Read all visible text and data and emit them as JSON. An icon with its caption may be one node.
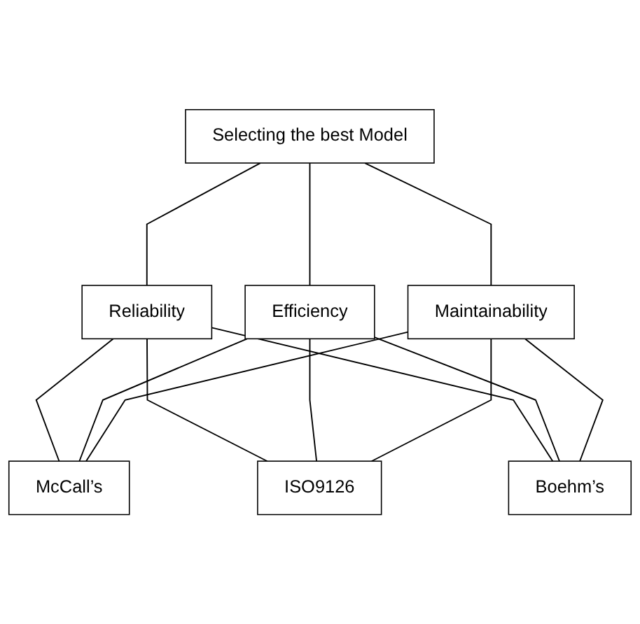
{
  "diagram": {
    "nodes": [
      {
        "text": [
          "Selecting the best Model"
        ]
      },
      {
        "text": [
          "Reliability"
        ]
      },
      {
        "text": [
          "Efficiency"
        ]
      },
      {
        "text": [
          "Maintainability"
        ]
      },
      {
        "text": [
          "McCall’s"
        ]
      },
      {
        "text": [
          "ISO9126"
        ]
      },
      {
        "text": [
          "Boehm’s"
        ]
      }
    ],
    "edges": [
      {
        "from": 0,
        "to": 1,
        "arrow": "none"
      },
      {
        "from": 0,
        "to": 2,
        "arrow": "none"
      },
      {
        "from": 0,
        "to": 3,
        "arrow": "none"
      },
      {
        "from": 1,
        "to": 4,
        "arrow": "none"
      },
      {
        "from": 1,
        "to": 5,
        "arrow": "none"
      },
      {
        "from": 1,
        "to": 6,
        "arrow": "none"
      },
      {
        "from": 2,
        "to": 4,
        "arrow": "none"
      },
      {
        "from": 2,
        "to": 5,
        "arrow": "none"
      },
      {
        "from": 2,
        "to": 6,
        "arrow": "none"
      },
      {
        "from": 3,
        "to": 4,
        "arrow": "none"
      },
      {
        "from": 3,
        "to": 5,
        "arrow": "none"
      },
      {
        "from": 3,
        "to": 6,
        "arrow": "none"
      }
    ]
  }
}
